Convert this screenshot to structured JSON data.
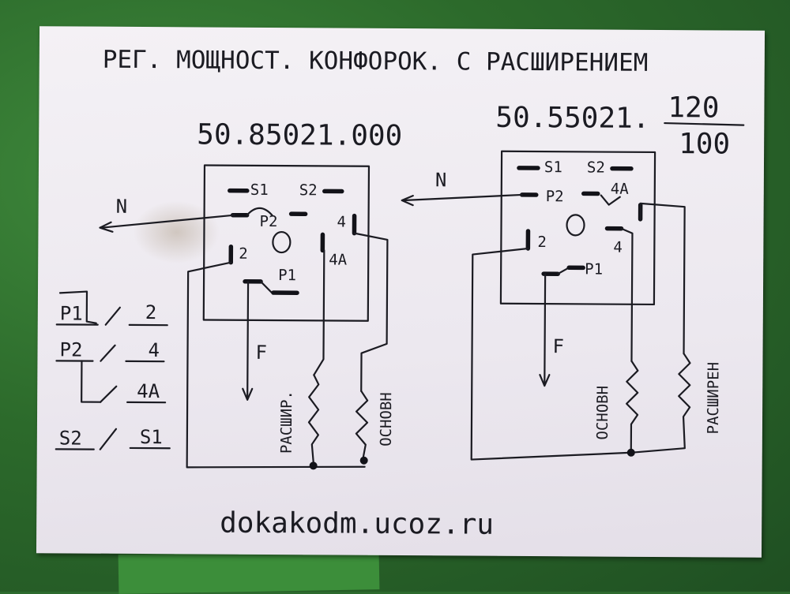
{
  "title": "РЕГ. МОЩНОСТ. КОНФОРОК. С РАСШИРЕНИЕМ",
  "left_switch": {
    "model": "50.85021.000",
    "terminals": {
      "s1": "S1",
      "s2": "S2",
      "p2": "P2",
      "t4": "4",
      "t2": "2",
      "t4a": "4A",
      "p1": "P1"
    },
    "n_label": "N",
    "f_label": "F",
    "heater_ext": "РАСШИР.",
    "heater_main": "ОСНОВН"
  },
  "right_switch": {
    "model_base": "50.55021.",
    "model_num": "120",
    "model_den": "100",
    "terminals": {
      "s1": "S1",
      "s2": "S2",
      "p2": "P2",
      "t4a": "4A",
      "t2": "2",
      "t4": "4",
      "p1": "P1"
    },
    "n_label": "N",
    "f_label": "F",
    "heater_main": "ОСНОВН",
    "heater_ext": "РАСШИРЕН"
  },
  "legend": {
    "p1": "P1",
    "t2": "2",
    "p2": "P2",
    "t4": "4",
    "t4a": "4A",
    "s2": "S2",
    "s1": "S1"
  },
  "website": "dokakodm.ucoz.ru",
  "colors": {
    "ink": "#1b1b22",
    "paper": "#efecf1",
    "felt": "#2d6a2e"
  }
}
